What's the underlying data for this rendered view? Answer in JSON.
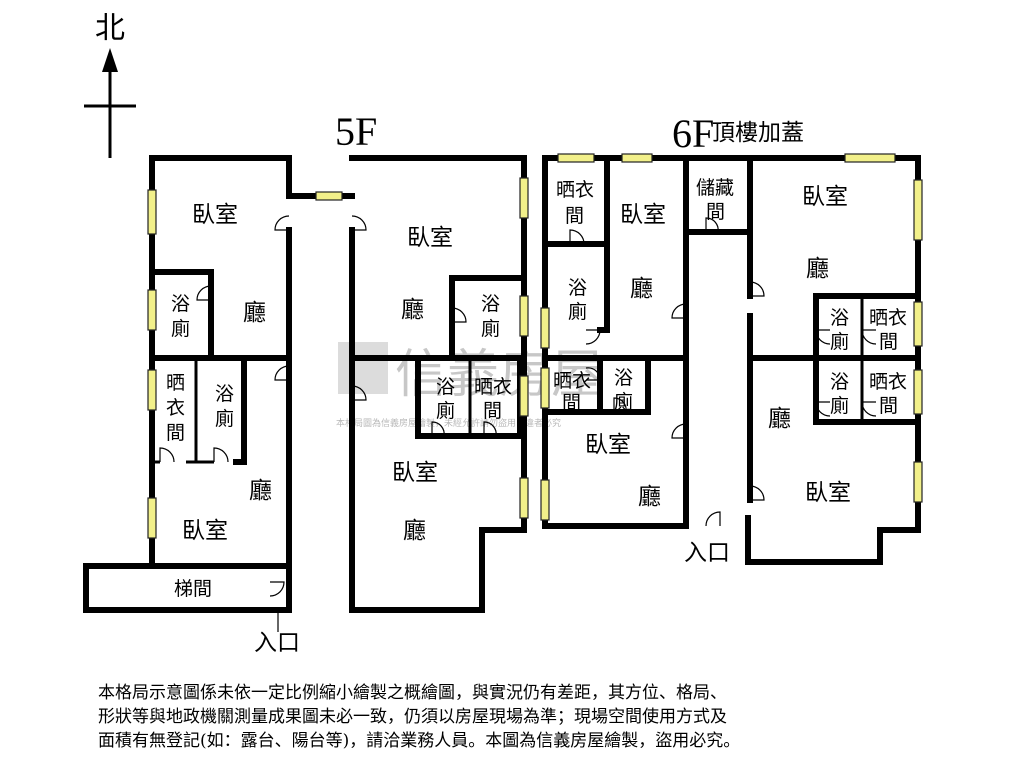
{
  "compass": {
    "north_label": "北"
  },
  "floor_5": {
    "title": "5F"
  },
  "floor_6": {
    "title": "6F",
    "subtitle": "頂樓加蓋"
  },
  "rooms_5f": {
    "bedroom_nw": "臥室",
    "bath_nw": [
      "浴",
      "廁"
    ],
    "hall_nw": "廳",
    "laundry_sw": [
      "晒",
      "衣",
      "間"
    ],
    "bath_sw": [
      "浴",
      "廁"
    ],
    "hall_sw": "廳",
    "bedroom_sw": "臥室",
    "stair": "梯間",
    "entrance": "入口",
    "bedroom_ne": "臥室",
    "hall_ne": "廳",
    "bath_ne": [
      "浴",
      "廁"
    ],
    "bath_se": [
      "浴",
      "廁"
    ],
    "laundry_se": [
      "晒衣",
      "間"
    ],
    "bedroom_se": "臥室",
    "hall_se": "廳"
  },
  "rooms_6f": {
    "laundry_a": [
      "晒衣",
      "間"
    ],
    "bedroom_a": "臥室",
    "bath_a": [
      "浴",
      "廁"
    ],
    "hall_a": "廳",
    "laundry_b": [
      "晒衣",
      "間"
    ],
    "bath_b": [
      "浴",
      "廁"
    ],
    "bedroom_b": "臥室",
    "hall_b": "廳",
    "storage": [
      "儲藏",
      "間"
    ],
    "bedroom_c": "臥室",
    "hall_c": "廳",
    "bath_c": [
      "浴",
      "廁"
    ],
    "laundry_c": [
      "晒衣",
      "間"
    ],
    "bath_d": [
      "浴",
      "廁"
    ],
    "laundry_d": [
      "晒衣",
      "間"
    ],
    "hall_d": "廳",
    "bedroom_d": "臥室",
    "entrance": "入口"
  },
  "watermark": {
    "brand": "信義房屋",
    "notice": "本格局圖為信義房屋繪製，未經允許請勿盜用，違者必究"
  },
  "disclaimer": [
    "本格局示意圖係未依一定比例縮小繪製之概繪圖，與實況仍有差距，其方位、格局、",
    "形狀等與地政機關測量成果圖未必一致，仍須以房屋現場為準；現場空間使用方式及",
    "面積有無登記(如：露台、陽台等)，請洽業務人員。本圖為信義房屋繪製，盜用必究。"
  ],
  "colors": {
    "window_fill": "#f2f08a",
    "wall": "#000000",
    "watermark": "#9a9a9a"
  }
}
